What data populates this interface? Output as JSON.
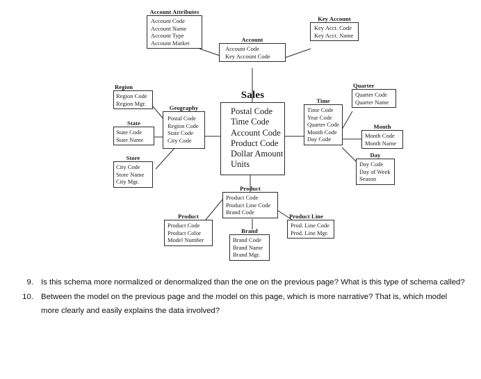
{
  "document": {
    "type": "worksheet-page",
    "diagram_title": "Sales",
    "background_color": "#ffffff",
    "line_color": "#2b2b2b"
  },
  "diagram": {
    "name": "star-schema-diagram",
    "fact_table": {
      "name": "sales-fact-table",
      "title": "Sales",
      "attributes": [
        "Postal Code",
        "Time Code",
        "Account Code",
        "Product Code",
        "Dollar Amount",
        "Units"
      ]
    },
    "entities": [
      {
        "id": "account-attributes",
        "title": "Account Attributes",
        "attributes": [
          "Account Code",
          "Account Name",
          "Account Type",
          "Account Market"
        ]
      },
      {
        "id": "key-account",
        "title": "Key Account",
        "attributes": [
          "Key Acct. Code",
          "Key Acct. Name"
        ]
      },
      {
        "id": "account",
        "title": "Account",
        "attributes": [
          "Account Code",
          "Key Account Code"
        ]
      },
      {
        "id": "region",
        "title": "Region",
        "attributes": [
          "Region Code",
          "Region Mgr."
        ]
      },
      {
        "id": "state",
        "title": "State",
        "attributes": [
          "State Code",
          "State Name"
        ]
      },
      {
        "id": "store",
        "title": "Store",
        "attributes": [
          "City Code",
          "Store Name",
          "City Mgr."
        ]
      },
      {
        "id": "geography",
        "title": "Geography",
        "attributes": [
          "Postal Code",
          "Region Code",
          "State Code",
          "City Code"
        ]
      },
      {
        "id": "time",
        "title": "Time",
        "attributes": [
          "Time Code",
          "Year Code",
          "Quarter Code",
          "Month Code",
          "Day Code"
        ]
      },
      {
        "id": "quarter",
        "title": "Quarter",
        "attributes": [
          "Quarter Code",
          "Quarter Name"
        ]
      },
      {
        "id": "month",
        "title": "Month",
        "attributes": [
          "Month Code",
          "Month Name"
        ]
      },
      {
        "id": "day",
        "title": "Day",
        "attributes": [
          "Day Code",
          "Day of Week",
          "Season"
        ]
      },
      {
        "id": "product-dim",
        "title": "Product",
        "attributes": [
          "Product Code",
          "Product Line Code",
          "Brand Code"
        ]
      },
      {
        "id": "product-detail",
        "title": "Product",
        "attributes": [
          "Product Code",
          "Product Color",
          "Model Number"
        ]
      },
      {
        "id": "brand",
        "title": "Brand",
        "attributes": [
          "Brand Code",
          "Brand Name",
          "Brand Mgr."
        ]
      },
      {
        "id": "product-line",
        "title": "Product Line",
        "attributes": [
          "Prod. Line Code",
          "Prod. Line Mgr."
        ]
      }
    ]
  },
  "questions": [
    {
      "number": "9.",
      "text": "Is this schema more normalized or denormalized than the one on the previous page? What is this type of schema called?"
    },
    {
      "number": "10.",
      "text": "Between the model on the previous page and the model on this page, which is more narrative? That is, which model more clearly and easily explains the data involved?"
    }
  ]
}
